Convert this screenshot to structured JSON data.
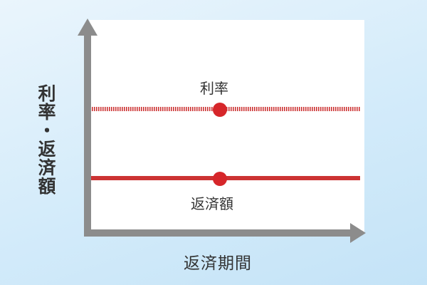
{
  "diagram": {
    "y_axis_label": "利率・返済額",
    "x_axis_label": "返済期間",
    "lines": [
      {
        "name": "利率",
        "style": "hatched",
        "color": "#cc3333"
      },
      {
        "name": "返済額",
        "style": "solid",
        "color": "#cc3333"
      }
    ],
    "axis_color": "#8c8c8c",
    "marker_color": "#d6262a"
  }
}
